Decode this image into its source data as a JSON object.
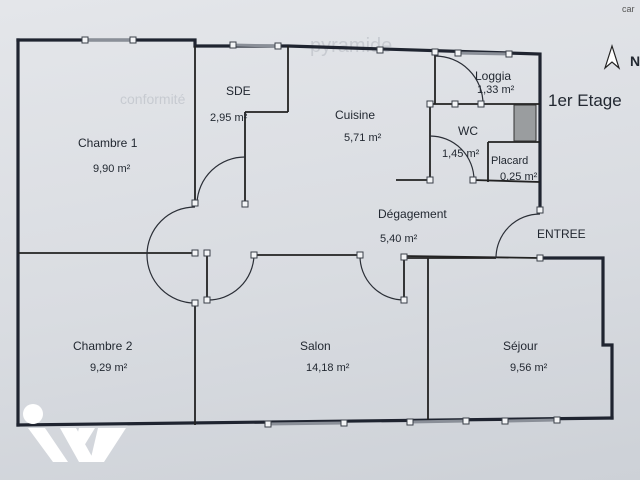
{
  "level": "1er Etage",
  "north_letter": "N",
  "corner_text": "car",
  "entrance": "ENTREE",
  "rooms": {
    "chambre1": {
      "name": "Chambre 1",
      "area": "9,90 m²"
    },
    "sde": {
      "name": "SDE",
      "area": "2,95 m²"
    },
    "cuisine": {
      "name": "Cuisine",
      "area": "5,71 m²"
    },
    "loggia": {
      "name": "Loggia",
      "area": "1,33 m²"
    },
    "wc": {
      "name": "WC",
      "area": "1,45 m²"
    },
    "placard": {
      "name": "Placard",
      "area": "0,25 m²"
    },
    "degagement": {
      "name": "Dégagement",
      "area": "5,40 m²"
    },
    "chambre2": {
      "name": "Chambre 2",
      "area": "9,29 m²"
    },
    "salon": {
      "name": "Salon",
      "area": "14,18 m²"
    },
    "sejour": {
      "name": "Séjour",
      "area": "9,56 m²"
    }
  },
  "colors": {
    "wall": "#1f2430",
    "text": "#222831",
    "logo": "#ffffff",
    "placard_fill": "#9a9d9f"
  }
}
